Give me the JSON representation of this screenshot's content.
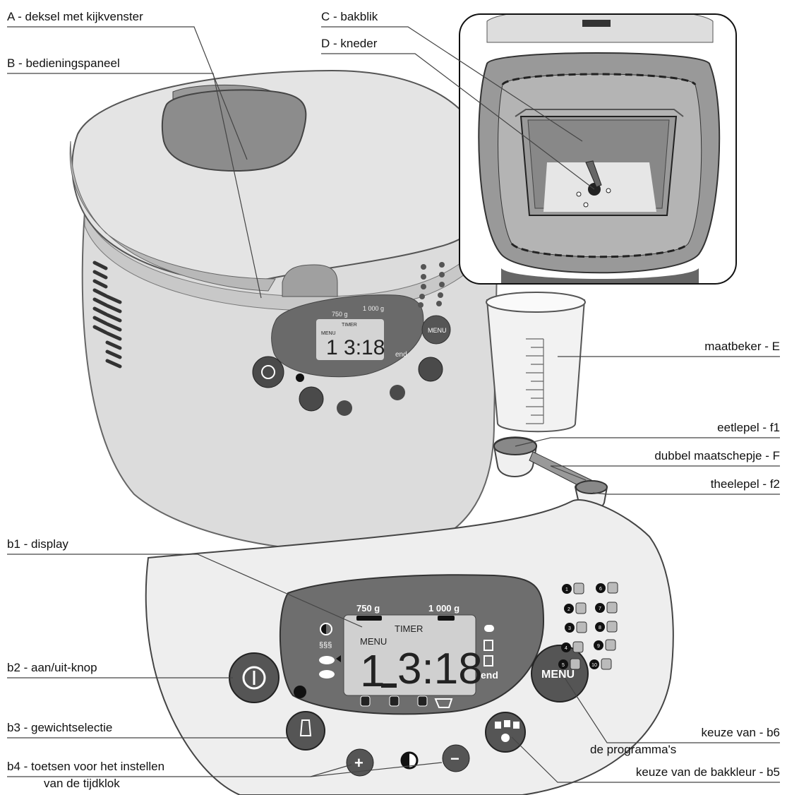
{
  "labels": {
    "A": "A - deksel met kijkvenster",
    "B": "B - bedieningspaneel",
    "C": "C - bakblik",
    "D": "D - kneder",
    "E": "maatbeker - E",
    "f1": "eetlepel - f1",
    "F": "dubbel maatschepje - F",
    "f2": "theelepel - f2",
    "b1": "b1 - display",
    "b2": "b2 - aan/uit-knop",
    "b3": "b3 - gewichtselectie",
    "b4_line1": "b4 - toetsen voor het instellen",
    "b4_line2": "van de tijdklok",
    "b5": "keuze van de bakkleur - b5",
    "b6_line1": "keuze van - b6",
    "b6_line2": "de programma's"
  },
  "panel": {
    "weight_750": "750 g",
    "weight_1000": "1 000 g",
    "timer": "TIMER",
    "menu": "MENU",
    "program_digit": "1",
    "time": "3:18",
    "end": "end",
    "menu_button": "MENU",
    "plus": "+",
    "minus": "−"
  },
  "small_panel": {
    "weight_750": "750 g",
    "weight_1000": "1 000 g",
    "timer": "TIMER",
    "menu": "MENU",
    "time": "1 3:18",
    "end": "end",
    "menu_button": "MENU"
  },
  "programs": [
    "1",
    "2",
    "3",
    "4",
    "5",
    "6",
    "7",
    "8",
    "9",
    "10"
  ]
}
